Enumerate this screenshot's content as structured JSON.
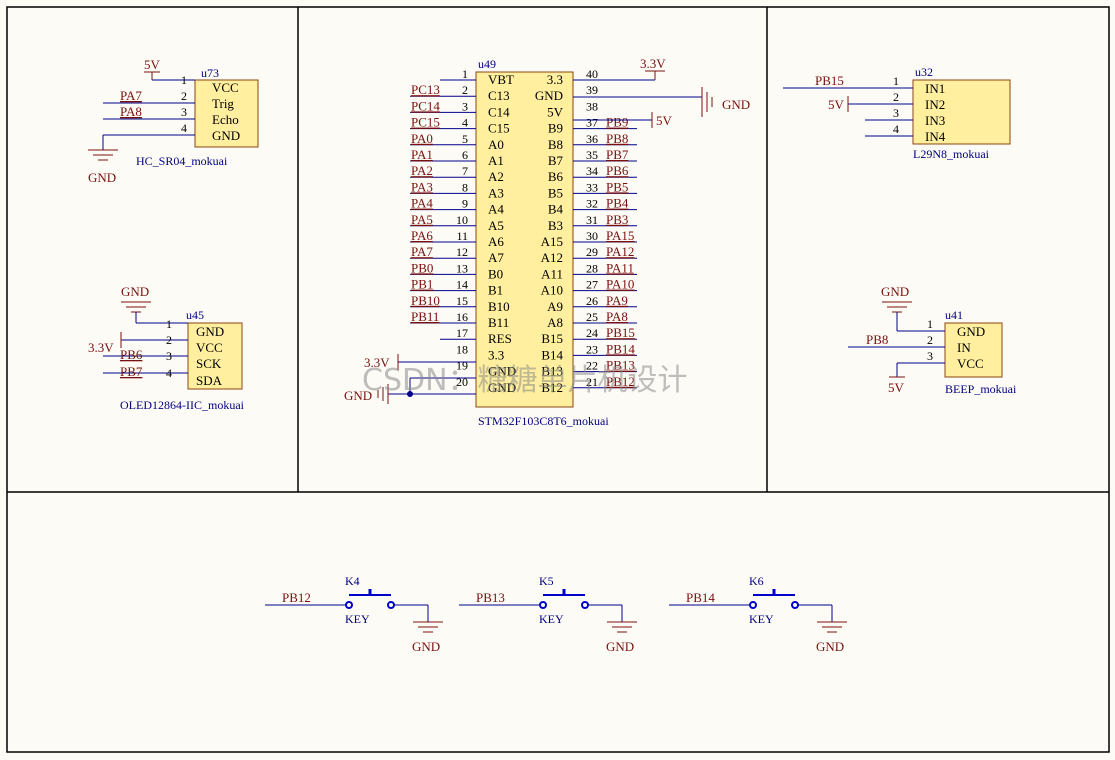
{
  "colors": {
    "background": "#fdfbf5",
    "border": "#000000",
    "wire": "#00008b",
    "chip_fill": "#ffef9e",
    "chip_stroke": "#8b4513",
    "power": "#7a1010",
    "switch": "#0000cc"
  },
  "watermark": "CSDN：糖糖单片机设计",
  "hcsr04": {
    "designator": "u73",
    "module": "HC_SR04_mokuai",
    "power_net": "5V",
    "ground_net": "GND",
    "pins": [
      {
        "num": "1",
        "name": "VCC",
        "net": ""
      },
      {
        "num": "2",
        "name": "Trig",
        "net": "PA7"
      },
      {
        "num": "3",
        "name": "Echo",
        "net": "PA8"
      },
      {
        "num": "4",
        "name": "GND",
        "net": ""
      }
    ]
  },
  "oled": {
    "designator": "u45",
    "module": "OLED12864-IIC_mokuai",
    "ground_net": "GND",
    "power_net": "3.3V",
    "pins": [
      {
        "num": "1",
        "name": "GND",
        "net": ""
      },
      {
        "num": "2",
        "name": "VCC",
        "net": ""
      },
      {
        "num": "3",
        "name": "SCK",
        "net": "PB6"
      },
      {
        "num": "4",
        "name": "SDA",
        "net": "PB7"
      }
    ]
  },
  "mcu": {
    "designator": "u49",
    "module": "STM32F103C8T6_mokuai",
    "top_power": "3.3V",
    "gnd_label": "GND",
    "v5_label": "5V",
    "pin18_power": "3.3V",
    "left_gnd": "GND",
    "left": [
      {
        "num": "1",
        "name": "VBT",
        "net": ""
      },
      {
        "num": "2",
        "name": "C13",
        "net": "PC13"
      },
      {
        "num": "3",
        "name": "C14",
        "net": "PC14"
      },
      {
        "num": "4",
        "name": "C15",
        "net": "PC15"
      },
      {
        "num": "5",
        "name": "A0",
        "net": "PA0"
      },
      {
        "num": "6",
        "name": "A1",
        "net": "PA1"
      },
      {
        "num": "7",
        "name": "A2",
        "net": "PA2"
      },
      {
        "num": "8",
        "name": "A3",
        "net": "PA3"
      },
      {
        "num": "9",
        "name": "A4",
        "net": "PA4"
      },
      {
        "num": "10",
        "name": "A5",
        "net": "PA5"
      },
      {
        "num": "11",
        "name": "A6",
        "net": "PA6"
      },
      {
        "num": "12",
        "name": "A7",
        "net": "PA7"
      },
      {
        "num": "13",
        "name": "B0",
        "net": "PB0"
      },
      {
        "num": "14",
        "name": "B1",
        "net": "PB1"
      },
      {
        "num": "15",
        "name": "B10",
        "net": "PB10"
      },
      {
        "num": "16",
        "name": "B11",
        "net": "PB11"
      },
      {
        "num": "17",
        "name": "RES",
        "net": ""
      },
      {
        "num": "18",
        "name": "3.3",
        "net": ""
      },
      {
        "num": "19",
        "name": "GND",
        "net": ""
      },
      {
        "num": "20",
        "name": "GND",
        "net": ""
      }
    ],
    "right": [
      {
        "num": "40",
        "name": "3.3",
        "net": ""
      },
      {
        "num": "39",
        "name": "GND",
        "net": ""
      },
      {
        "num": "38",
        "name": "5V",
        "net": ""
      },
      {
        "num": "37",
        "name": "B9",
        "net": "PB9"
      },
      {
        "num": "36",
        "name": "B8",
        "net": "PB8"
      },
      {
        "num": "35",
        "name": "B7",
        "net": "PB7"
      },
      {
        "num": "34",
        "name": "B6",
        "net": "PB6"
      },
      {
        "num": "33",
        "name": "B5",
        "net": "PB5"
      },
      {
        "num": "32",
        "name": "B4",
        "net": "PB4"
      },
      {
        "num": "31",
        "name": "B3",
        "net": "PB3"
      },
      {
        "num": "30",
        "name": "A15",
        "net": "PA15"
      },
      {
        "num": "29",
        "name": "A12",
        "net": "PA12"
      },
      {
        "num": "28",
        "name": "A11",
        "net": "PA11"
      },
      {
        "num": "27",
        "name": "A10",
        "net": "PA10"
      },
      {
        "num": "26",
        "name": "A9",
        "net": "PA9"
      },
      {
        "num": "25",
        "name": "A8",
        "net": "PA8"
      },
      {
        "num": "24",
        "name": "B15",
        "net": "PB15"
      },
      {
        "num": "23",
        "name": "B14",
        "net": "PB14"
      },
      {
        "num": "22",
        "name": "B13",
        "net": "PB13"
      },
      {
        "num": "21",
        "name": "B12",
        "net": "PB12"
      }
    ]
  },
  "l298n": {
    "designator": "u32",
    "module": "L29N8_mokuai",
    "pins": [
      {
        "num": "1",
        "name": "IN1",
        "net": "PB15"
      },
      {
        "num": "2",
        "name": "IN2",
        "net": "5V"
      },
      {
        "num": "3",
        "name": "IN3",
        "net": ""
      },
      {
        "num": "4",
        "name": "IN4",
        "net": ""
      }
    ]
  },
  "beep": {
    "designator": "u41",
    "module": "BEEP_mokuai",
    "ground_net": "GND",
    "power_net": "5V",
    "pins": [
      {
        "num": "1",
        "name": "GND",
        "net": ""
      },
      {
        "num": "2",
        "name": "IN",
        "net": "PB8"
      },
      {
        "num": "3",
        "name": "VCC",
        "net": ""
      }
    ]
  },
  "keys": [
    {
      "designator": "K4",
      "type": "KEY",
      "net": "PB12",
      "ground": "GND"
    },
    {
      "designator": "K5",
      "type": "KEY",
      "net": "PB13",
      "ground": "GND"
    },
    {
      "designator": "K6",
      "type": "KEY",
      "net": "PB14",
      "ground": "GND"
    }
  ]
}
